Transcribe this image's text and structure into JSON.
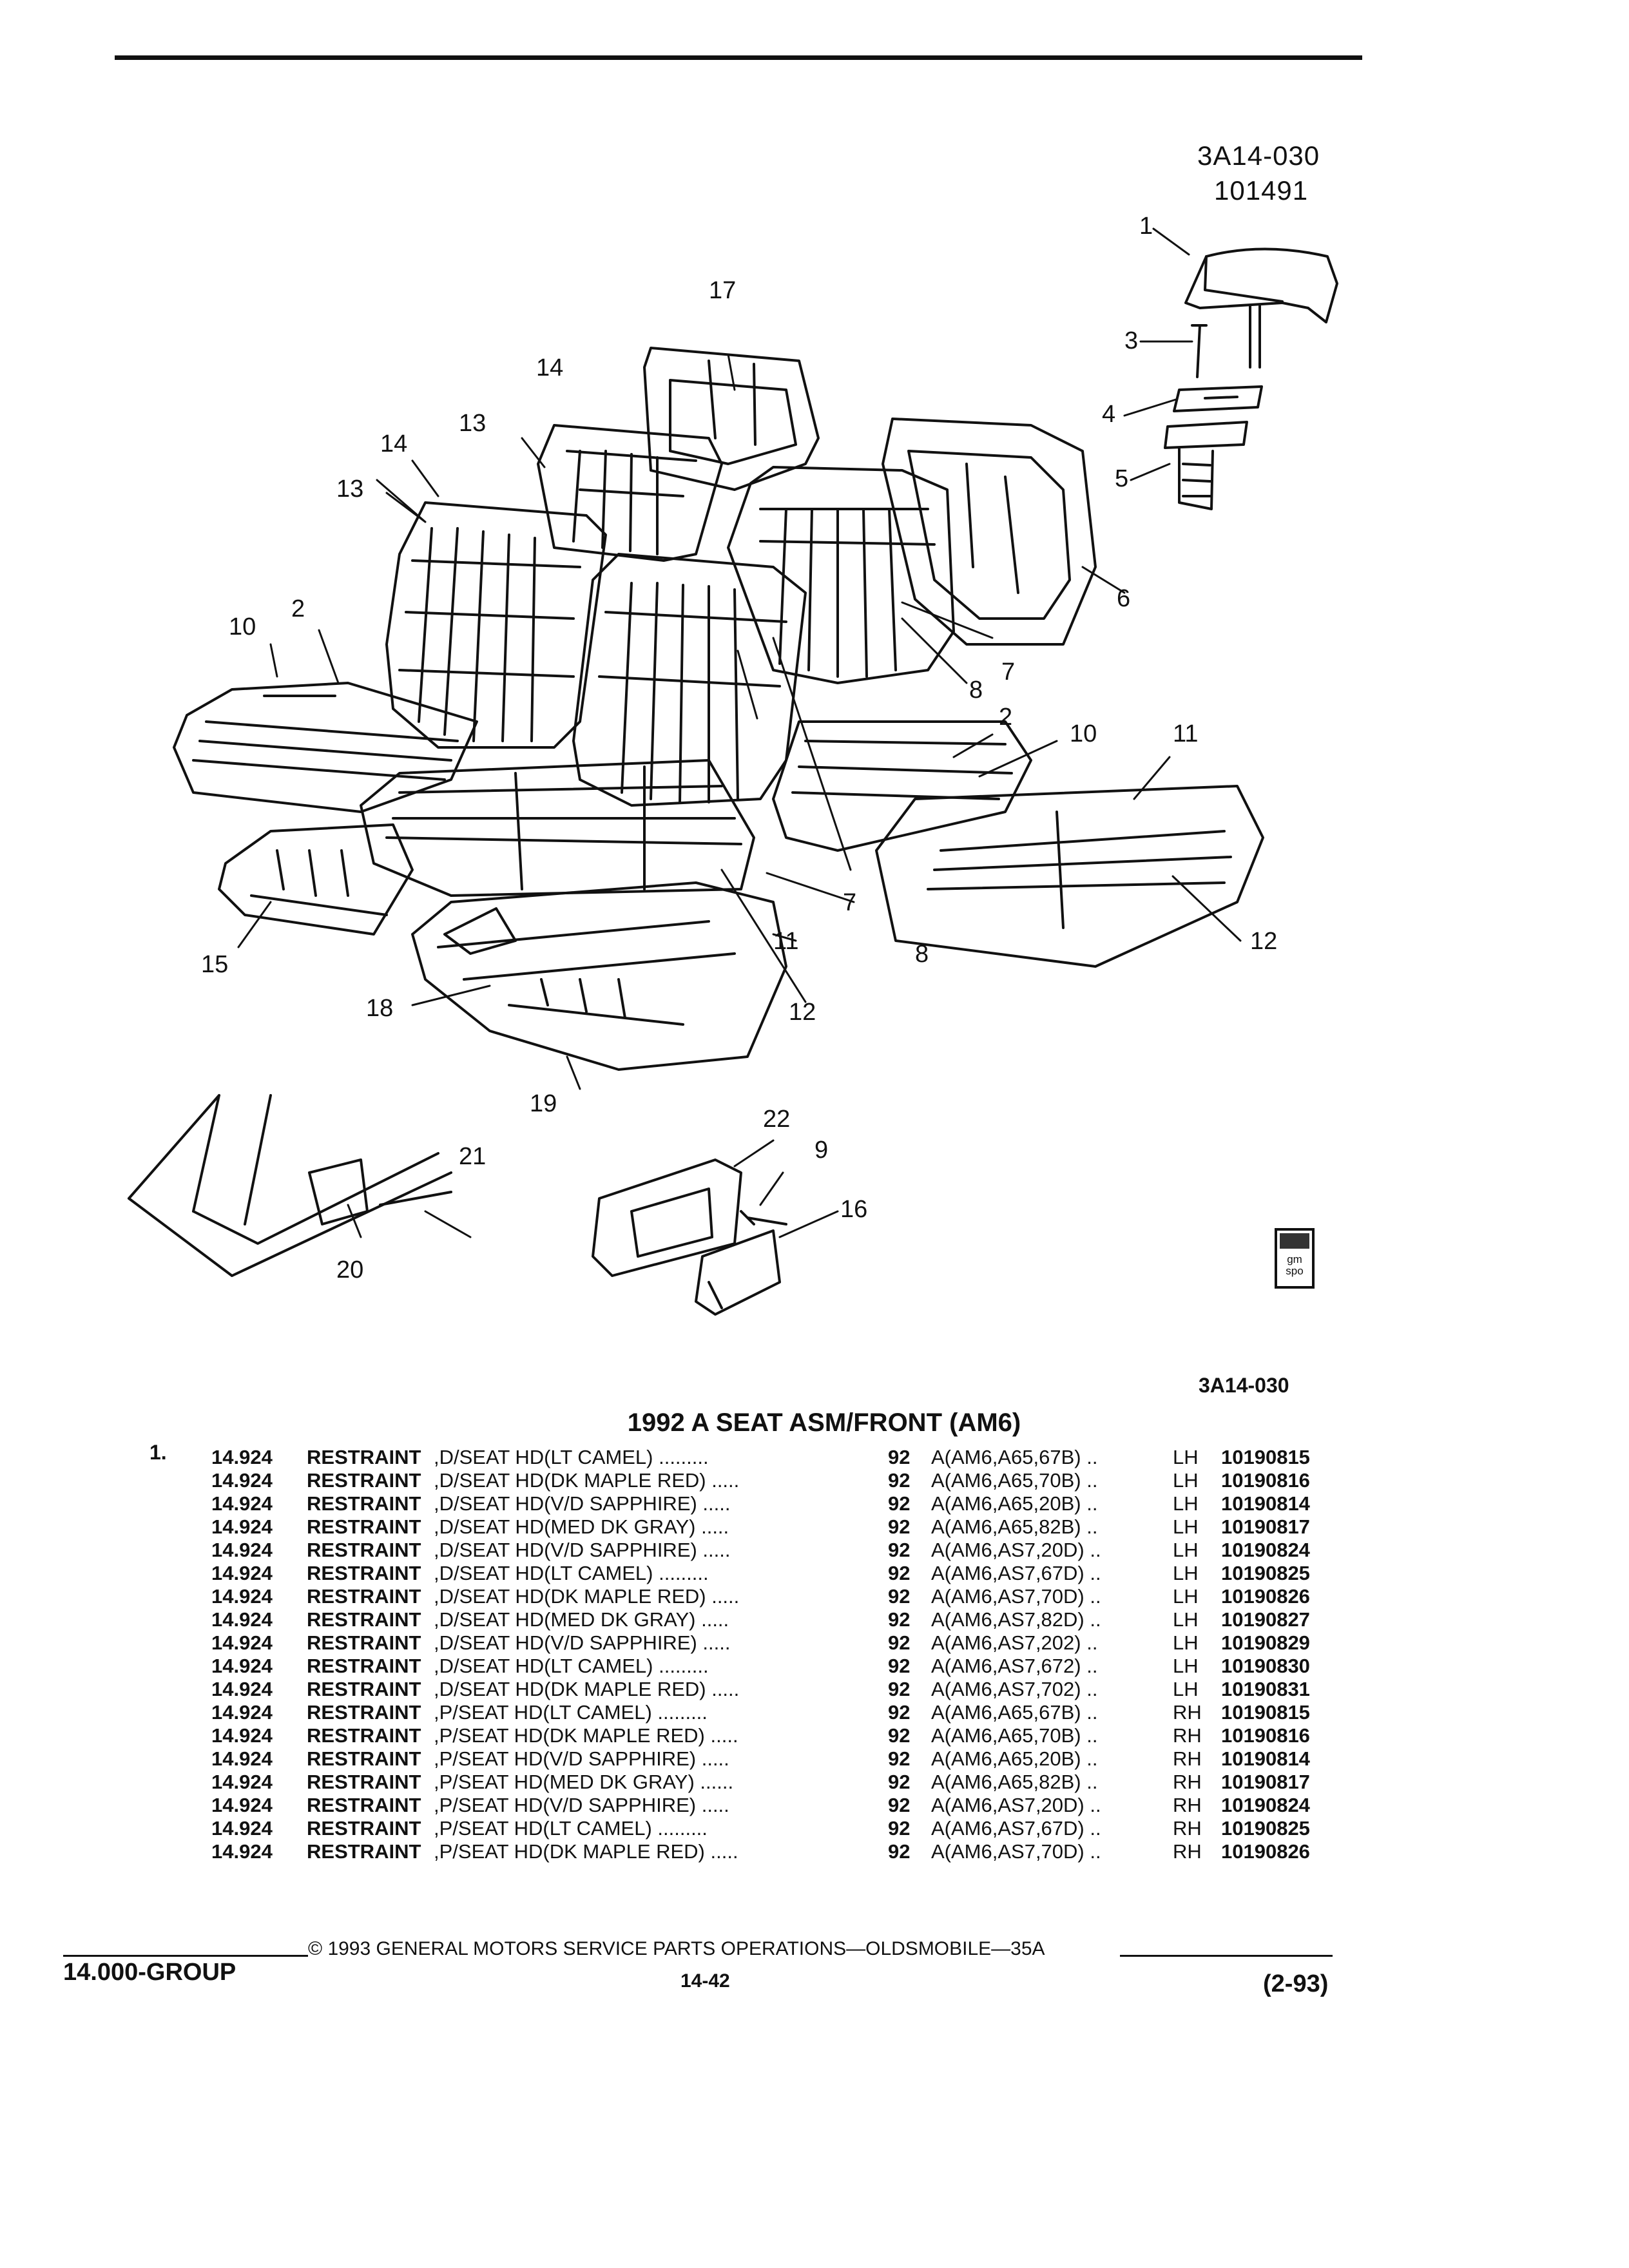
{
  "header": {
    "ref_code": "3A14-030",
    "ref_number": "101491"
  },
  "callouts": {
    "c1": "1",
    "c2a": "2",
    "c2b": "2",
    "c3": "3",
    "c4": "4",
    "c5": "5",
    "c6": "6",
    "c7a": "7",
    "c7b": "7",
    "c8a": "8",
    "c8b": "8",
    "c9": "9",
    "c10a": "10",
    "c10b": "10",
    "c11a": "11",
    "c11b": "11",
    "c12a": "12",
    "c12b": "12",
    "c13a": "13",
    "c13b": "13",
    "c14a": "14",
    "c14b": "14",
    "c15": "15",
    "c16": "16",
    "c17": "17",
    "c18": "18",
    "c19": "19",
    "c20": "20",
    "c21": "21",
    "c22": "22"
  },
  "badge": {
    "text": "gm spo"
  },
  "caption": {
    "ref_code": "3A14-030"
  },
  "section": {
    "title": "1992 A SEAT ASM/FRONT (AM6)",
    "item_number": "1."
  },
  "parts": [
    {
      "group": "14.924",
      "name": "RESTRAINT",
      "desc": ",D/SEAT HD(LT CAMEL) .........",
      "year": "92",
      "model": "A(AM6,A65,67B) ..",
      "side": "LH",
      "part_no": "10190815"
    },
    {
      "group": "14.924",
      "name": "RESTRAINT",
      "desc": ",D/SEAT HD(DK MAPLE RED) .....",
      "year": "92",
      "model": "A(AM6,A65,70B) ..",
      "side": "LH",
      "part_no": "10190816"
    },
    {
      "group": "14.924",
      "name": "RESTRAINT",
      "desc": ",D/SEAT HD(V/D SAPPHIRE) .....",
      "year": "92",
      "model": "A(AM6,A65,20B) ..",
      "side": "LH",
      "part_no": "10190814"
    },
    {
      "group": "14.924",
      "name": "RESTRAINT",
      "desc": ",D/SEAT HD(MED DK GRAY) .....",
      "year": "92",
      "model": "A(AM6,A65,82B) ..",
      "side": "LH",
      "part_no": "10190817"
    },
    {
      "group": "14.924",
      "name": "RESTRAINT",
      "desc": ",D/SEAT HD(V/D SAPPHIRE) .....",
      "year": "92",
      "model": "A(AM6,AS7,20D) ..",
      "side": "LH",
      "part_no": "10190824"
    },
    {
      "group": "14.924",
      "name": "RESTRAINT",
      "desc": ",D/SEAT HD(LT CAMEL) .........",
      "year": "92",
      "model": "A(AM6,AS7,67D) ..",
      "side": "LH",
      "part_no": "10190825"
    },
    {
      "group": "14.924",
      "name": "RESTRAINT",
      "desc": ",D/SEAT HD(DK MAPLE RED) .....",
      "year": "92",
      "model": "A(AM6,AS7,70D) ..",
      "side": "LH",
      "part_no": "10190826"
    },
    {
      "group": "14.924",
      "name": "RESTRAINT",
      "desc": ",D/SEAT HD(MED DK GRAY) .....",
      "year": "92",
      "model": "A(AM6,AS7,82D) ..",
      "side": "LH",
      "part_no": "10190827"
    },
    {
      "group": "14.924",
      "name": "RESTRAINT",
      "desc": ",D/SEAT HD(V/D SAPPHIRE) .....",
      "year": "92",
      "model": "A(AM6,AS7,202) ..",
      "side": "LH",
      "part_no": "10190829"
    },
    {
      "group": "14.924",
      "name": "RESTRAINT",
      "desc": ",D/SEAT HD(LT CAMEL) .........",
      "year": "92",
      "model": "A(AM6,AS7,672) ..",
      "side": "LH",
      "part_no": "10190830"
    },
    {
      "group": "14.924",
      "name": "RESTRAINT",
      "desc": ",D/SEAT HD(DK MAPLE RED) .....",
      "year": "92",
      "model": "A(AM6,AS7,702) ..",
      "side": "LH",
      "part_no": "10190831"
    },
    {
      "group": "14.924",
      "name": "RESTRAINT",
      "desc": ",P/SEAT HD(LT CAMEL) .........",
      "year": "92",
      "model": "A(AM6,A65,67B) ..",
      "side": "RH",
      "part_no": "10190815"
    },
    {
      "group": "14.924",
      "name": "RESTRAINT",
      "desc": ",P/SEAT HD(DK MAPLE RED) .....",
      "year": "92",
      "model": "A(AM6,A65,70B) ..",
      "side": "RH",
      "part_no": "10190816"
    },
    {
      "group": "14.924",
      "name": "RESTRAINT",
      "desc": ",P/SEAT HD(V/D SAPPHIRE) .....",
      "year": "92",
      "model": "A(AM6,A65,20B) ..",
      "side": "RH",
      "part_no": "10190814"
    },
    {
      "group": "14.924",
      "name": "RESTRAINT",
      "desc": ",P/SEAT HD(MED DK GRAY) ......",
      "year": "92",
      "model": "A(AM6,A65,82B) ..",
      "side": "RH",
      "part_no": "10190817"
    },
    {
      "group": "14.924",
      "name": "RESTRAINT",
      "desc": ",P/SEAT HD(V/D SAPPHIRE) .....",
      "year": "92",
      "model": "A(AM6,AS7,20D) ..",
      "side": "RH",
      "part_no": "10190824"
    },
    {
      "group": "14.924",
      "name": "RESTRAINT",
      "desc": ",P/SEAT HD(LT CAMEL) .........",
      "year": "92",
      "model": "A(AM6,AS7,67D) ..",
      "side": "RH",
      "part_no": "10190825"
    },
    {
      "group": "14.924",
      "name": "RESTRAINT",
      "desc": ",P/SEAT HD(DK MAPLE RED) .....",
      "year": "92",
      "model": "A(AM6,AS7,70D) ..",
      "side": "RH",
      "part_no": "10190826"
    }
  ],
  "footer": {
    "group": "14.000-GROUP",
    "copyright": "© 1993 GENERAL MOTORS SERVICE PARTS OPERATIONS—OLDSMOBILE—35A",
    "page": "14-42",
    "date": "(2-93)"
  }
}
